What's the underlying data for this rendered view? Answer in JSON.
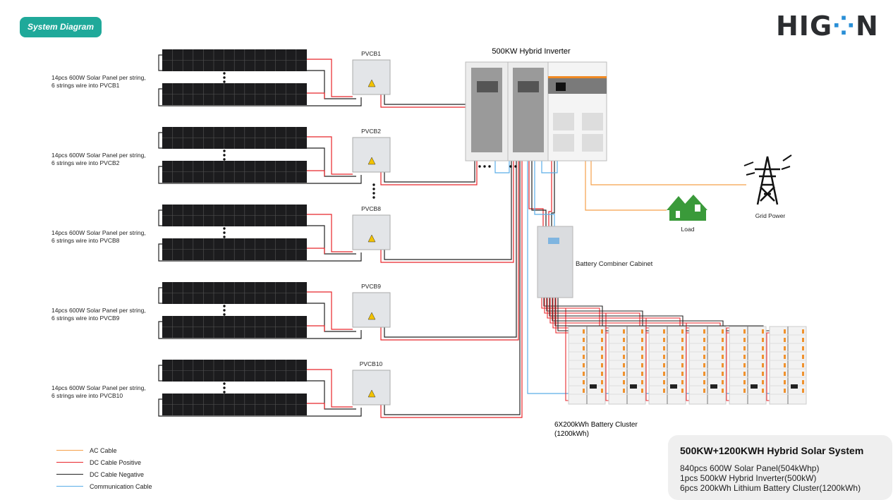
{
  "header": {
    "title": "System Diagram",
    "logo_text": "HIGON",
    "brand_color": "#1fa99a",
    "logo_dot_color": "#2a8fd6"
  },
  "strings": [
    {
      "label_line1": "14pcs 600W Solar Panel per string,",
      "label_line2": "6 strings wire into PVCB1",
      "pvcb": "PVCB1"
    },
    {
      "label_line1": "14pcs 600W Solar Panel per string,",
      "label_line2": "6 strings wire into PVCB2",
      "pvcb": "PVCB2"
    },
    {
      "label_line1": "14pcs 600W Solar Panel per string,",
      "label_line2": "6 strings wire into PVCB8",
      "pvcb": "PVCB8"
    },
    {
      "label_line1": "14pcs 600W Solar Panel per string,",
      "label_line2": "6 strings wire into PVCB9",
      "pvcb": "PVCB9"
    },
    {
      "label_line1": "14pcs 600W Solar Panel per string,",
      "label_line2": "6 strings wire into PVCB10",
      "pvcb": "PVCB10"
    }
  ],
  "devices": {
    "inverter": "500KW Hybrid Inverter",
    "battery_cabinet": "Battery Combiner Cabinet",
    "battery_cluster_line1": "6X200kWh Battery Cluster",
    "battery_cluster_line2": "(1200kWh)",
    "load": "Load",
    "grid": "Grid Power"
  },
  "legend": [
    {
      "label": "AC Cable",
      "color": "#f5a04a"
    },
    {
      "label": "DC Cable Positive",
      "color": "#e8262a"
    },
    {
      "label": "DC Cable Negative",
      "color": "#222222"
    },
    {
      "label": "Communication Cable",
      "color": "#5aaee8"
    }
  ],
  "summary": {
    "title": "500KW+1200KWH Hybrid Solar System",
    "lines": [
      "840pcs 600W Solar Panel(504kWhp)",
      "1pcs 500kW Hybrid Inverter(500kW)",
      "6pcs 200kWh Lithium Battery Cluster(1200kWh)"
    ]
  }
}
